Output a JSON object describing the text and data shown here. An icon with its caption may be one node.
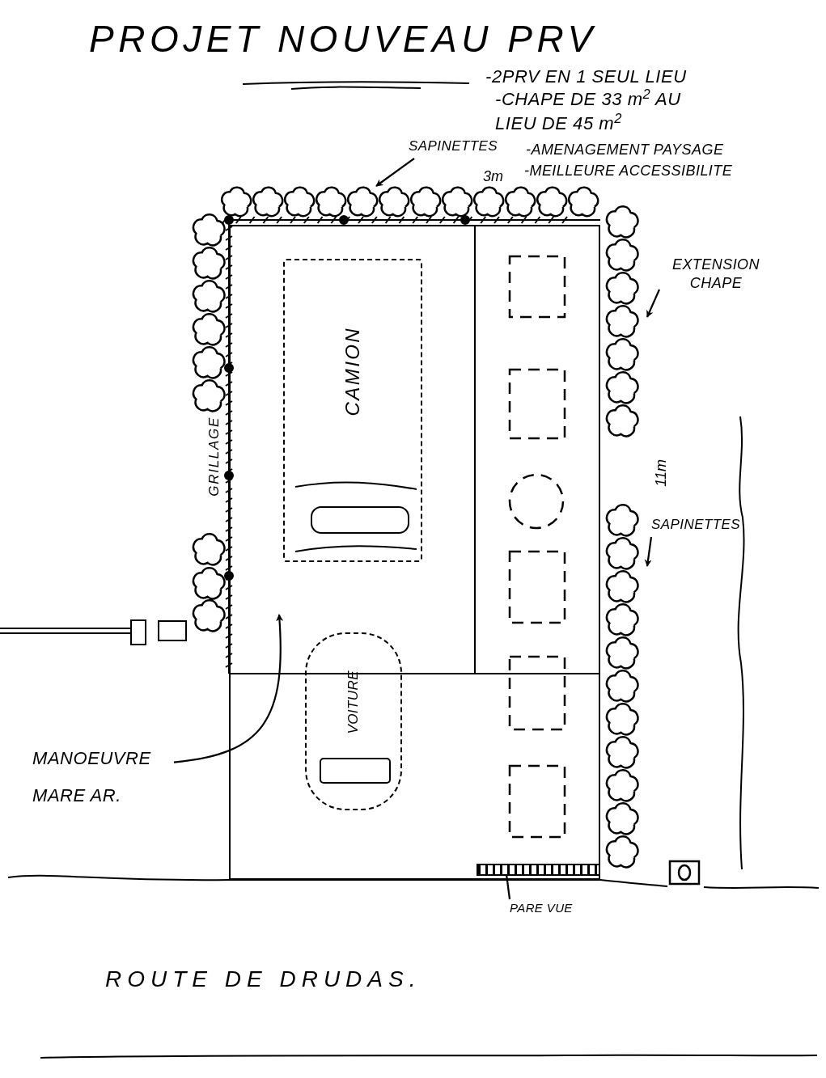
{
  "diagram": {
    "title": "PROJET NOUVEAU PRV",
    "nodes": [
      {
        "text": [
          "SAPINETTES"
        ]
      },
      {
        "text": [],
        "shape": "picture",
        "beside": [
          "3m"
        ]
      },
      {
        "text": [
          "EXTENSION CHAPE"
        ]
      },
      {
        "text": [],
        "shape": "picture"
      },
      {
        "text": [
          "SAPINETTES"
        ]
      },
      {
        "text": [],
        "shape": "box"
      },
      {
        "text": [
          "CAMION"
        ],
        "in": 5
      },
      {
        "text": [
          "VOITURE"
        ],
        "in": 5
      },
      {
        "text": [
          "MANOEUVRE MARE AR."
        ]
      },
      {
        "text": [],
        "shape": "bar",
        "in": 5
      },
      {
        "text": [
          "PARE VUE"
        ]
      }
    ],
    "edges": [
      {
        "from": 0,
        "to": 1,
        "arrow": "to"
      },
      {
        "from": 2,
        "to": 3,
        "arrow": "to"
      },
      {
        "from": 4,
        "to": 3,
        "arrow": "to"
      },
      {
        "from": 8,
        "to": null,
        "arrow": "to"
      },
      {
        "from": 10,
        "to": 9,
        "arrow": "none"
      }
    ],
    "labels": [
      "-2PRV EN 1 SEUL LIEU",
      "-CHAPE DE 33 m$^{2}$ AU LIEU DE 45 m$^{2}$",
      "-AMENAGEMENT PAYSAGE",
      "-MEILLEURE ACCESSIBILITE",
      "GRILLAGE",
      "11m",
      "ROUTE DE DRUDAS."
    ]
  }
}
